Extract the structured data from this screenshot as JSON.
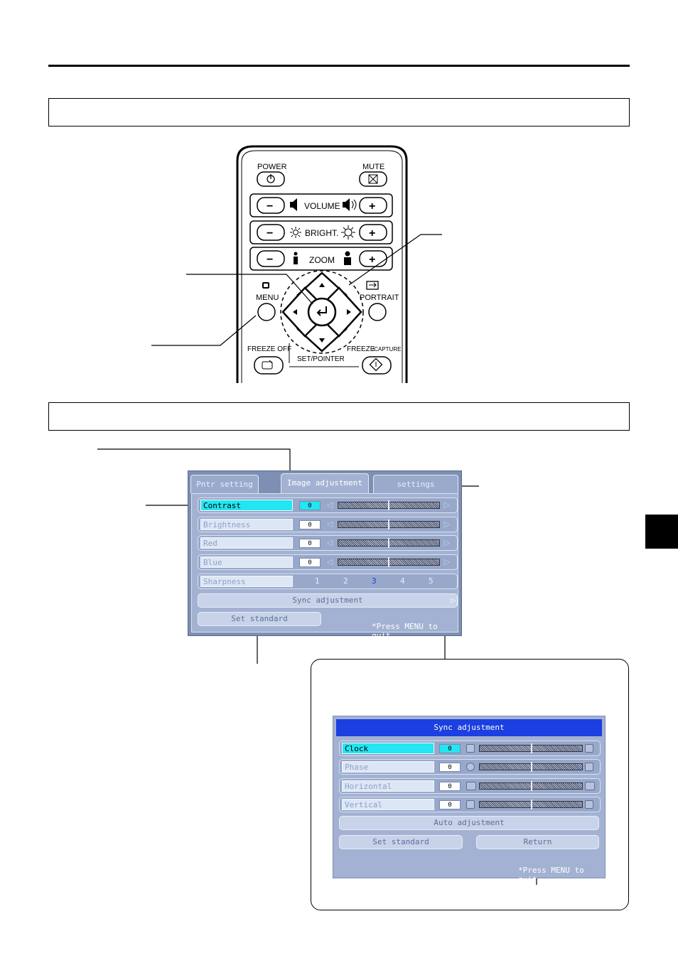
{
  "remote": {
    "power": "POWER",
    "mute": "MUTE",
    "volume": "VOLUME",
    "bright": "BRIGHT.",
    "zoom": "ZOOM",
    "menu": "MENU",
    "portrait": "PORTRAIT",
    "freeze_off": "FREEZE OFF",
    "freeze": "FREEZE",
    "capture": "/CAPTURE",
    "set_pointer": "SET/POINTER",
    "minus": "−",
    "plus": "+"
  },
  "image_menu": {
    "tabs": [
      "Pntr setting",
      "Image adjustment",
      "settings"
    ],
    "rows": [
      {
        "label": "Contrast",
        "value": "0"
      },
      {
        "label": "Brightness",
        "value": "0"
      },
      {
        "label": "Red",
        "value": "0"
      },
      {
        "label": "Blue",
        "value": "0"
      }
    ],
    "sharpness_label": "Sharpness",
    "sharpness_levels": [
      "1",
      "2",
      "3",
      "4",
      "5"
    ],
    "sharpness_current": 3,
    "sync_button": "Sync adjustment",
    "set_standard": "Set standard",
    "quit_note": "*Press MENU to quit"
  },
  "sync_menu": {
    "title": "Sync adjustment",
    "rows": [
      {
        "label": "Clock",
        "value": "0"
      },
      {
        "label": "Phase",
        "value": "0"
      },
      {
        "label": "Horizontal",
        "value": "0"
      },
      {
        "label": "Vertical",
        "value": "0"
      }
    ],
    "auto_adjustment": "Auto adjustment",
    "set_standard": "Set standard",
    "return": "Return",
    "quit_note": "*Press MENU to quit"
  }
}
